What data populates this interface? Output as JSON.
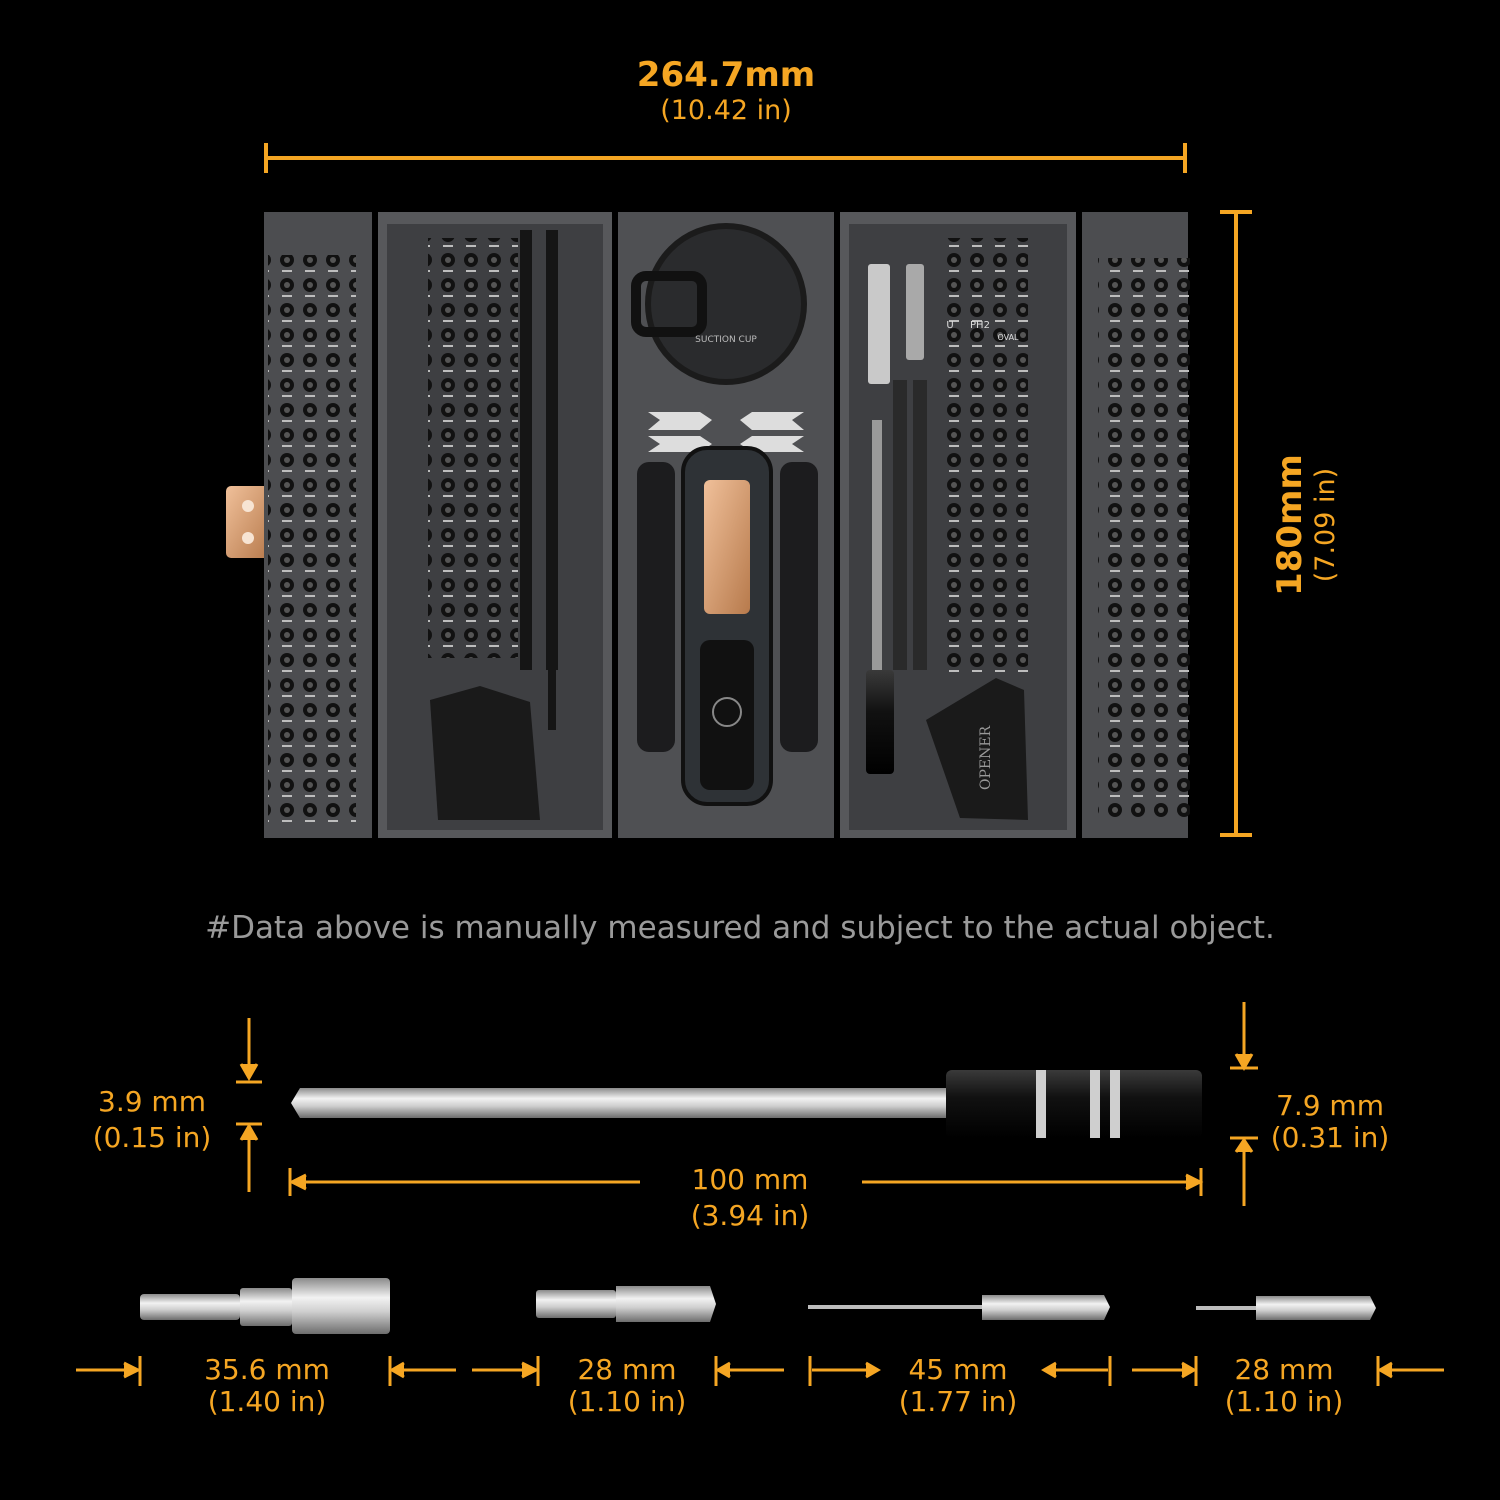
{
  "case": {
    "width_mm": "264.7mm",
    "width_in": "(10.42 in)",
    "height_mm": "180mm",
    "height_in": "(7.09 in)"
  },
  "note": "#Data above is manually measured and subject to the actual object.",
  "extension_bar": {
    "tip_dia_mm": "3.9 mm",
    "tip_dia_in": "(0.15 in)",
    "handle_dia_mm": "7.9 mm",
    "handle_dia_in": "(0.31 in)",
    "length_mm": "100 mm",
    "length_in": "(3.94 in)"
  },
  "bits": [
    {
      "mm": "35.6 mm",
      "in": "(1.40 in)"
    },
    {
      "mm": "28 mm",
      "in": "(1.10 in)"
    },
    {
      "mm": "45 mm",
      "in": "(1.77 in)"
    },
    {
      "mm": "28 mm",
      "in": "(1.10 in)"
    }
  ],
  "case_labels": {
    "suction_cup": "SUCTION CUP",
    "opener": "OPENER",
    "ph2": "PH2",
    "oval": "OVAL",
    "u": "U"
  },
  "colors": {
    "accent": "#f5a623",
    "case_body": "#4a4a4c",
    "tray": "#3a3b3d",
    "copper": "#d49a6a",
    "note_text": "#9a9a9a"
  }
}
